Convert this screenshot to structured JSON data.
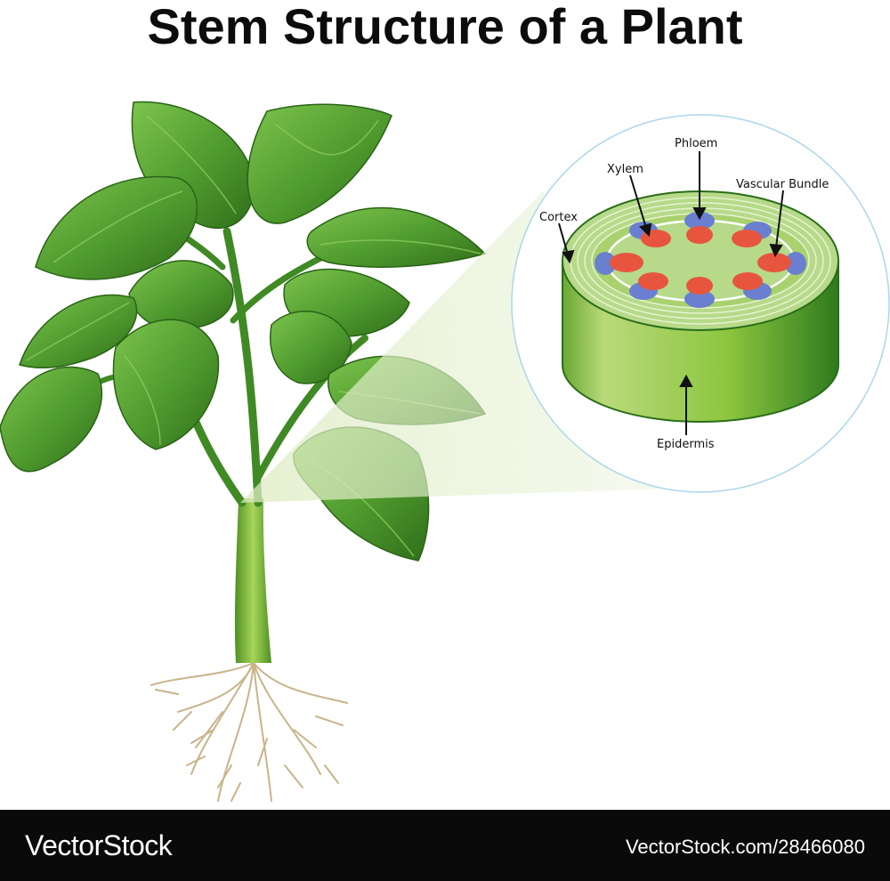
{
  "title": "Stem Structure of a Plant",
  "labels": {
    "phloem": "Phloem",
    "xylem": "Xylem",
    "vascular_bundle": "Vascular Bundle",
    "cortex": "Cortex",
    "epidermis": "Epidermis"
  },
  "footer": {
    "brand": "VectorStock",
    "stock_id": "VectorStock.com/28466080"
  },
  "colors": {
    "leaf": "#4f9a2e",
    "leaf_dark": "#2f6e1a",
    "stem": "#8cc63f",
    "xylem": "#e8553f",
    "phloem": "#6a7fd0",
    "root": "#c9b48a",
    "footer_bg": "#0a0a0a"
  }
}
